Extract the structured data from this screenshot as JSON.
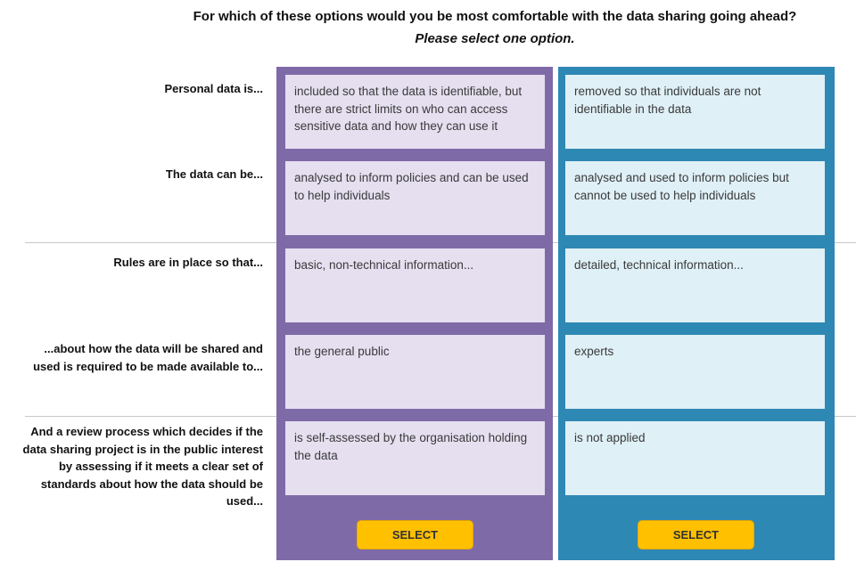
{
  "question": {
    "title": "For which of these options would you be most comfortable with the data sharing going ahead?",
    "instruction": "Please select one option."
  },
  "labels": [
    "Personal data is...",
    "The data can be...",
    "Rules are in place so that...",
    "...about how the data will be shared and used is required to be made available to...",
    "And a review process which decides if the data sharing project is in the public interest by assessing if it meets a clear set of standards about how the data should be used..."
  ],
  "options": [
    {
      "color": "#7f6aa8",
      "cells": [
        "included so that the data is identifiable, but there are strict limits on who can access sensitive data and how they can use it",
        "analysed to inform policies and can be used to help individuals",
        "basic, non-technical information...",
        "the general public",
        "is self-assessed by the organisation holding the data"
      ],
      "button": "SELECT"
    },
    {
      "color": "#2e88b4",
      "cells": [
        "removed so that individuals are not identifiable in the data",
        "analysed and used to inform policies but cannot be used to help individuals",
        "detailed, technical information...",
        "experts",
        "is not applied"
      ],
      "button": "SELECT"
    }
  ]
}
